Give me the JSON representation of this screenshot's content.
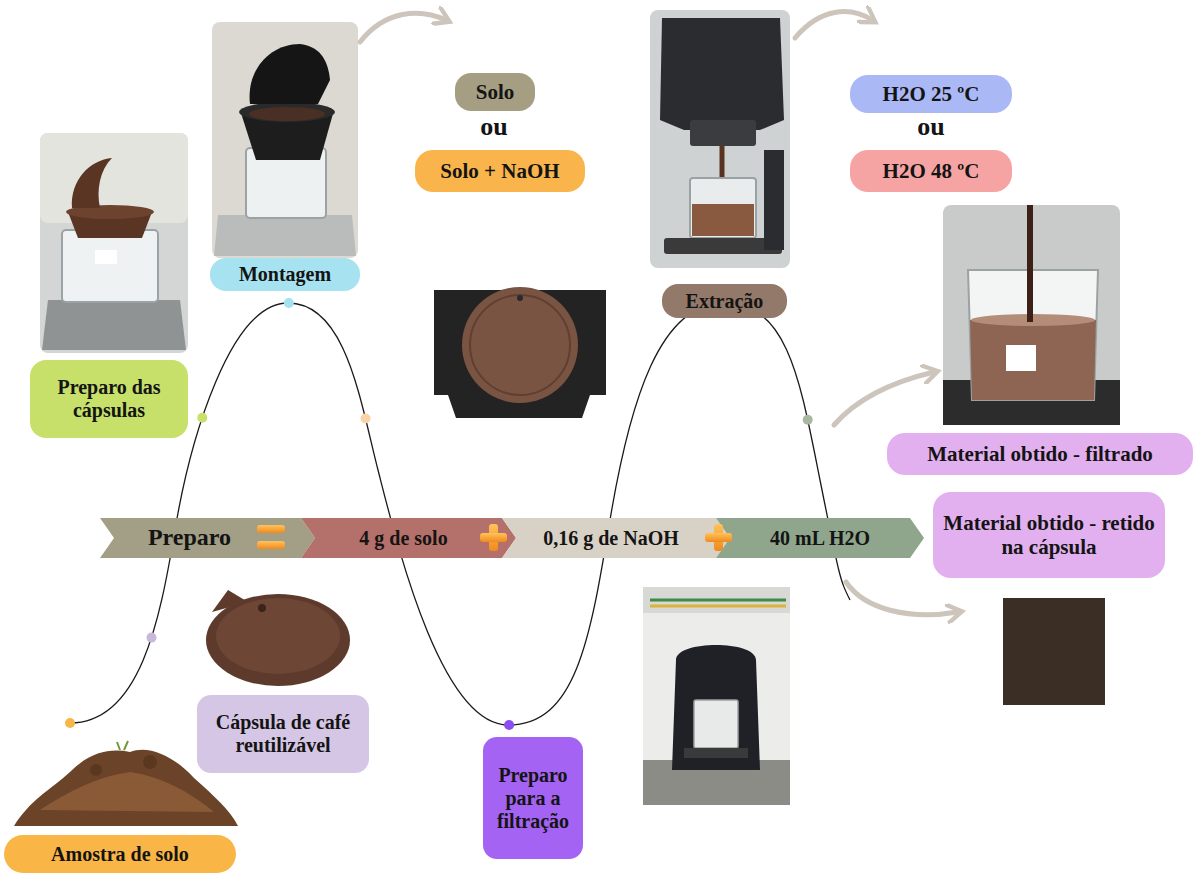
{
  "diagram": {
    "nodes": [
      {
        "text": [
          "Amostra de solo"
        ]
      },
      {
        "text": [
          "Cápsula de café reutilizável"
        ]
      },
      {
        "text": [
          "Preparo das cápsulas"
        ]
      },
      {
        "text": [
          "Montagem"
        ]
      },
      {
        "text": [
          "Solo"
        ]
      },
      {
        "text": [
          "Solo + NaOH"
        ]
      },
      {
        "text": [
          "Preparo para a filtração"
        ]
      },
      {
        "text": [
          "Extração"
        ]
      },
      {
        "text": [
          "H2O 25 ºC"
        ]
      },
      {
        "text": [
          "H2O 48 ºC"
        ]
      },
      {
        "text": [
          "Material obtido - filtrado"
        ]
      },
      {
        "text": [
          "Material obtido - retido na cápsula"
        ]
      },
      {
        "text": [
          "Preparo"
        ]
      },
      {
        "text": [
          "4 g de solo"
        ]
      },
      {
        "text": [
          "0,16 g de NaOH"
        ]
      },
      {
        "text": [
          "40 mL H2O"
        ]
      }
    ],
    "labels": [
      "ou",
      "ou"
    ]
  }
}
